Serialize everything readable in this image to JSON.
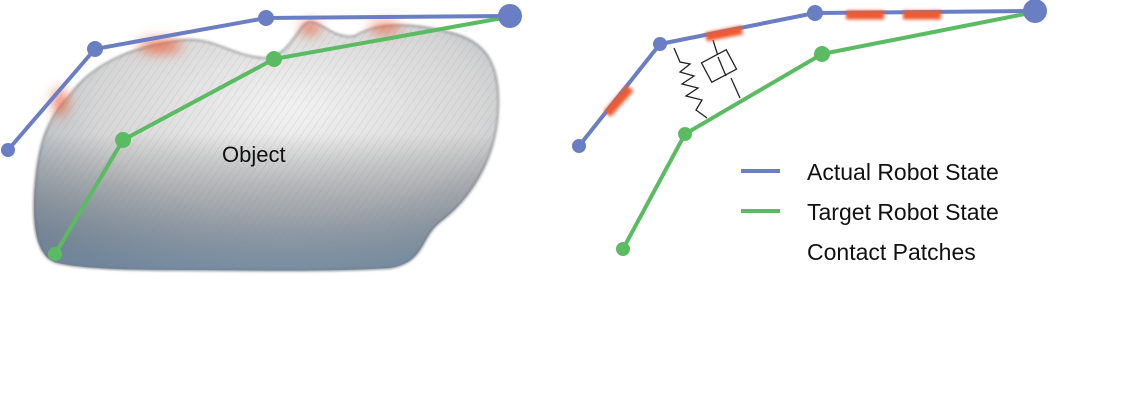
{
  "object_label": "Object",
  "legend": {
    "items": [
      {
        "label": "Actual Robot State",
        "color": "#6a7ec3",
        "kind": "line"
      },
      {
        "label": "Target Robot State",
        "color": "#5bbb63",
        "kind": "line"
      },
      {
        "label": "Contact Patches",
        "color": "#ee5a33",
        "kind": "blurred-bar"
      }
    ]
  },
  "colors": {
    "actual": "#6a7ec3",
    "target": "#5bbb63",
    "contact": "#ee5a33",
    "object_fill": "#dcdcdc",
    "object_shade": "#7f95ab"
  }
}
